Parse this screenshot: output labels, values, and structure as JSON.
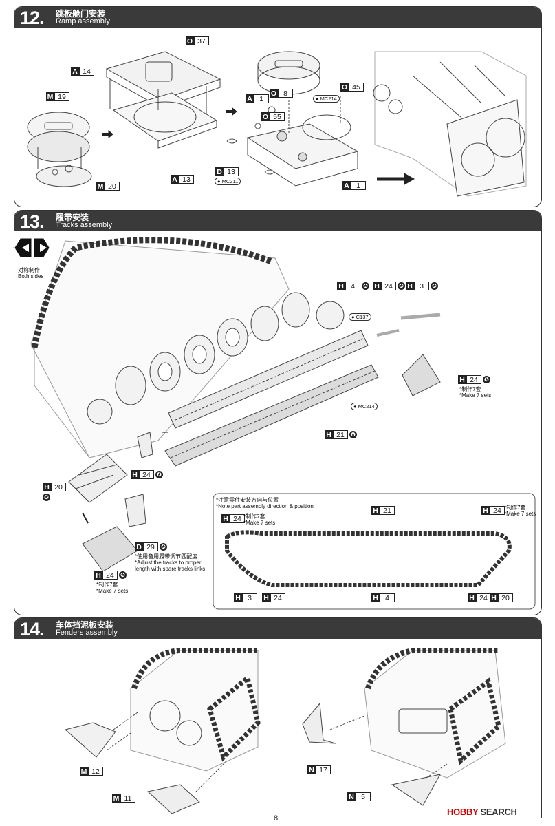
{
  "steps": [
    {
      "number": "12.",
      "title_cn": "跳板舱门安装",
      "title_en": "Ramp assembly"
    },
    {
      "number": "13.",
      "title_cn": "履带安装",
      "title_en": "Tracks assembly"
    },
    {
      "number": "14.",
      "title_cn": "车体挡泥板安装",
      "title_en": "Fenders assembly"
    }
  ],
  "step12_labels": {
    "o37": {
      "l": "O",
      "n": "37"
    },
    "a14": {
      "l": "A",
      "n": "14"
    },
    "m19": {
      "l": "M",
      "n": "19"
    },
    "a13": {
      "l": "A",
      "n": "13"
    },
    "m20": {
      "l": "M",
      "n": "20"
    },
    "a1a": {
      "l": "A",
      "n": "1"
    },
    "o8": {
      "l": "O",
      "n": "8"
    },
    "o55": {
      "l": "O",
      "n": "55"
    },
    "o45": {
      "l": "O",
      "n": "45"
    },
    "d13": {
      "l": "D",
      "n": "13"
    },
    "a1b": {
      "l": "A",
      "n": "1"
    },
    "mc214": "MC214",
    "mc211": "MC211"
  },
  "step13": {
    "both_sides_cn": "对称制作",
    "both_sides_en": "Both sides",
    "labels": {
      "h4": {
        "l": "H",
        "n": "4"
      },
      "h24a": {
        "l": "H",
        "n": "24"
      },
      "h3": {
        "l": "H",
        "n": "3"
      },
      "h24b": {
        "l": "H",
        "n": "24"
      },
      "h21": {
        "l": "H",
        "n": "21"
      },
      "h24c": {
        "l": "H",
        "n": "24"
      },
      "h20": {
        "l": "H",
        "n": "20"
      },
      "d29": {
        "l": "D",
        "n": "29"
      },
      "h24d": {
        "l": "H",
        "n": "24"
      }
    },
    "c137": "C137",
    "mc214": "MC214",
    "make7_cn": "*制作7套",
    "make7_en": "*Make 7 sets",
    "adjust_cn": "*使用备用履带调节匹配度",
    "adjust_en1": "*Adjust the tracks to proper",
    "adjust_en2": "length with spare tracks links",
    "inset": {
      "title_cn": "*注意零件安装方向与位置",
      "title_en": "*Note part assembly direction & position",
      "labels": {
        "h24a": {
          "l": "H",
          "n": "24"
        },
        "h21": {
          "l": "H",
          "n": "21"
        },
        "h24b": {
          "l": "H",
          "n": "24"
        },
        "h3": {
          "l": "H",
          "n": "3"
        },
        "h24c": {
          "l": "H",
          "n": "24"
        },
        "h4": {
          "l": "H",
          "n": "4"
        },
        "h24d": {
          "l": "H",
          "n": "24"
        },
        "h20": {
          "l": "H",
          "n": "20"
        }
      }
    }
  },
  "step14_labels": {
    "m12": {
      "l": "M",
      "n": "12"
    },
    "m11": {
      "l": "M",
      "n": "11"
    },
    "n17": {
      "l": "N",
      "n": "17"
    },
    "n5": {
      "l": "N",
      "n": "5"
    }
  },
  "page_number": "8",
  "watermark": {
    "brand": "HOBBY",
    "rest": " SEARCH"
  }
}
